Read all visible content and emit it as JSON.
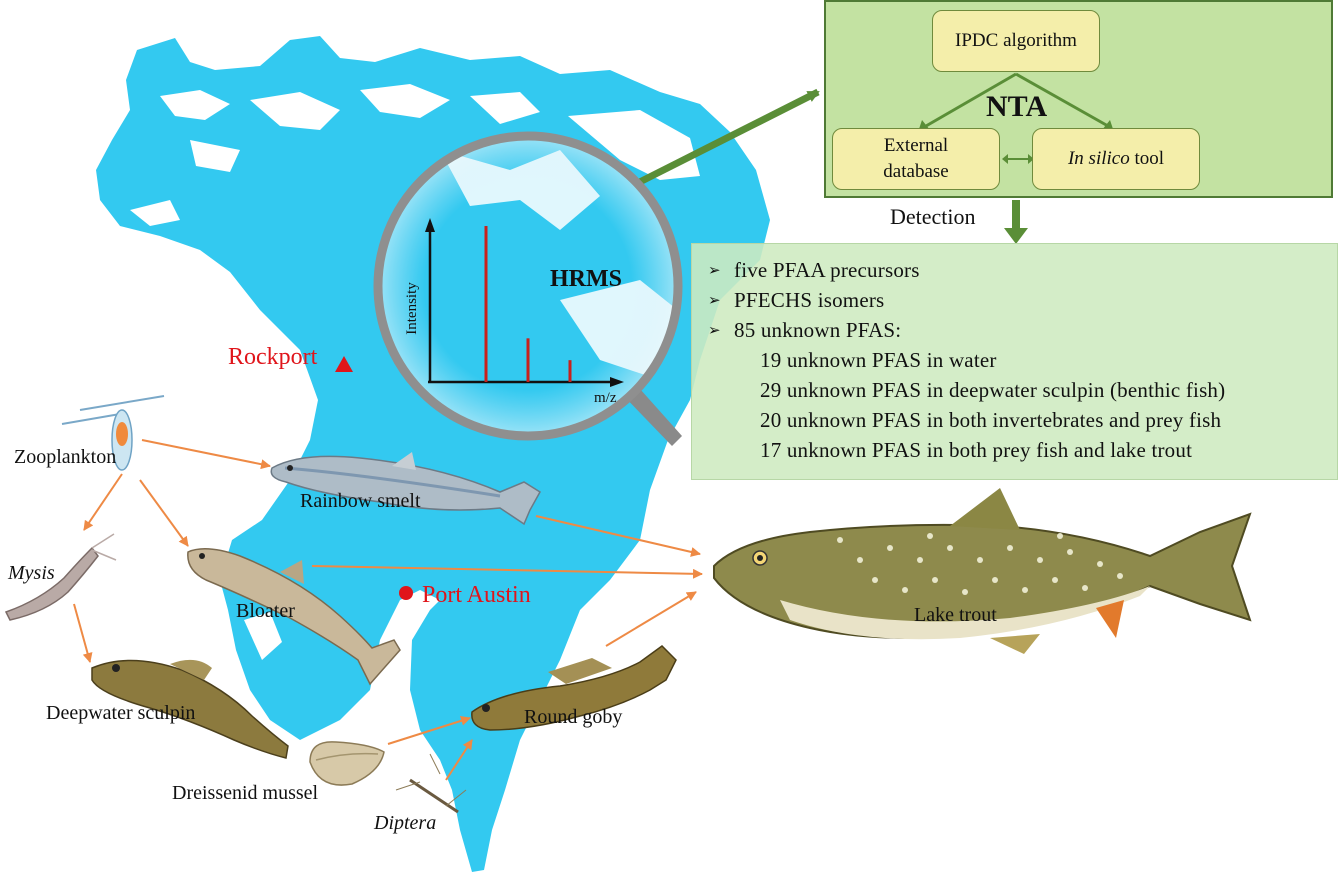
{
  "workflow": {
    "algorithm_label": "IPDC algorithm",
    "center_label": "NTA",
    "database_label_line1": "External",
    "database_label_line2": "database",
    "insilico_label_italic": "In silico",
    "insilico_label_rest": " tool",
    "arrow_label": "Detection"
  },
  "findings": {
    "bullet_glyph": "➢",
    "items": [
      "five PFAA precursors",
      "PFECHS isomers",
      "85 unknown PFAS:"
    ],
    "sub_items": [
      "19 unknown PFAS in water",
      "29 unknown PFAS in deepwater sculpin (benthic fish)",
      "20 unknown PFAS in both invertebrates and prey fish",
      "17 unknown PFAS in both prey fish and lake trout"
    ]
  },
  "hrms": {
    "label": "HRMS",
    "y_axis_label": "Intensity",
    "x_axis_label": "m/z",
    "peaks_relative_intensity": [
      1.0,
      0.28,
      0.14
    ]
  },
  "places": {
    "rockport": "Rockport",
    "port_austin": "Port Austin"
  },
  "organisms": {
    "zooplankton": "Zooplankton",
    "mysis": "Mysis",
    "rainbow_smelt": "Rainbow smelt",
    "bloater": "Bloater",
    "deepwater_sculpin": "Deepwater sculpin",
    "round_goby": "Round goby",
    "dreissenid_mussel": "Dreissenid mussel",
    "diptera": "Diptera",
    "lake_trout": "Lake trout"
  },
  "colors": {
    "lake": "#33c9f0",
    "land": "#ffffff",
    "nta_panel": "#c3e2a2",
    "method_box": "#f4eeaa",
    "green_arrow": "#5a8e37",
    "food_web_arrow": "#ee8a45",
    "place_text": "#e0151b",
    "peak": "#c8201d"
  }
}
